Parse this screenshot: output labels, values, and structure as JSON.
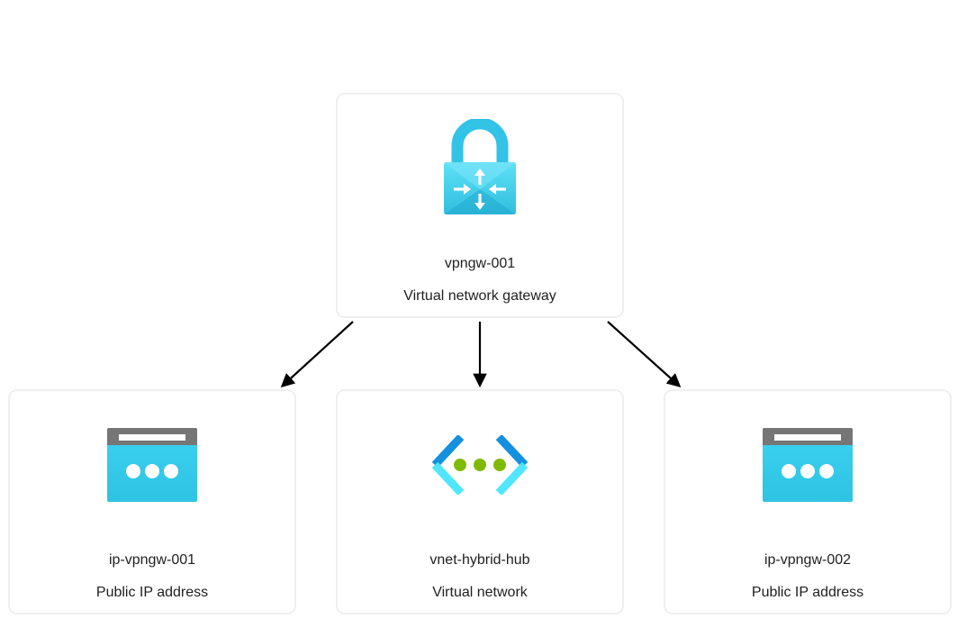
{
  "diagram": {
    "nodes": [
      {
        "id": "gateway",
        "name": "vpngw-001",
        "type": "Virtual network gateway",
        "icon": "vpn-gateway-lock-icon"
      },
      {
        "id": "ip1",
        "name": "ip-vpngw-001",
        "type": "Public IP address",
        "icon": "public-ip-icon"
      },
      {
        "id": "vnet",
        "name": "vnet-hybrid-hub",
        "type": "Virtual network",
        "icon": "virtual-network-icon"
      },
      {
        "id": "ip2",
        "name": "ip-vpngw-002",
        "type": "Public IP address",
        "icon": "public-ip-icon"
      }
    ],
    "edges": [
      {
        "from": "gateway",
        "to": "ip1"
      },
      {
        "from": "gateway",
        "to": "vnet"
      },
      {
        "from": "gateway",
        "to": "ip2"
      }
    ]
  },
  "colors": {
    "azure_light": "#50e6ff",
    "azure_mid": "#32bedd",
    "azure_dark": "#1490df",
    "gray_bar": "#767676",
    "green_dot": "#7fba00",
    "arrow": "#000000",
    "card_border": "#efefef"
  }
}
